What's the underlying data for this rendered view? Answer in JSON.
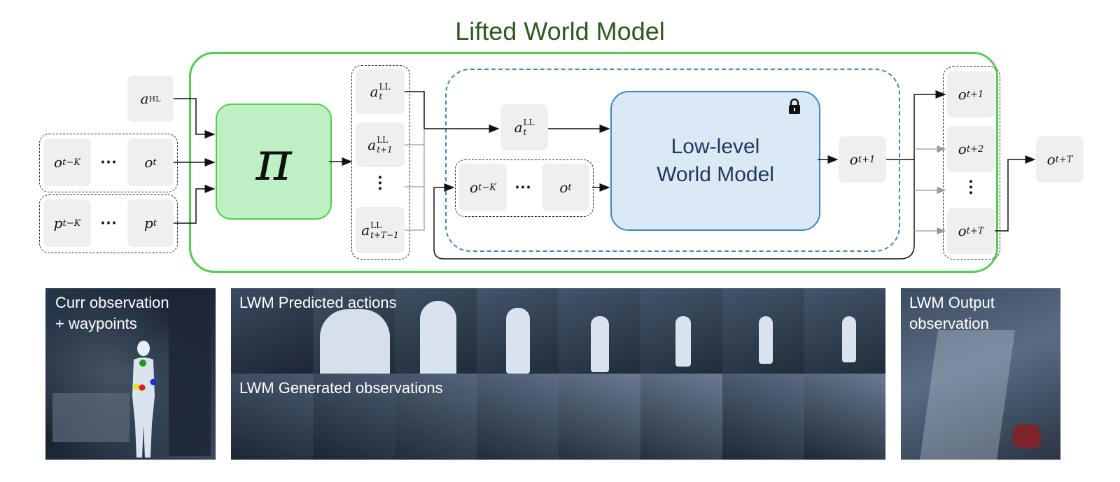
{
  "title": "Lifted World Model",
  "policy_symbol": "π",
  "low_level_model": {
    "line1": "Low-level",
    "line2": "World Model"
  },
  "inputs": {
    "a_hl": {
      "base": "a",
      "sup": "HL"
    },
    "obs_first": {
      "base": "o",
      "sub": "t−K"
    },
    "obs_last": {
      "base": "o",
      "sub": "t"
    },
    "pose_first": {
      "base": "p",
      "sub": "t−K"
    },
    "pose_last": {
      "base": "p",
      "sub": "t"
    },
    "ellipsis": "⋯"
  },
  "actions": [
    {
      "base": "a",
      "sup": "LL",
      "sub": "t"
    },
    {
      "base": "a",
      "sup": "LL",
      "sub": "t+1"
    },
    {
      "base": "a",
      "sup": "LL",
      "sub": "t+T−1"
    }
  ],
  "inner": {
    "action": {
      "base": "a",
      "sup": "LL",
      "sub": "t"
    },
    "obs_first": {
      "base": "o",
      "sub": "t−K"
    },
    "obs_last": {
      "base": "o",
      "sub": "t"
    },
    "output": {
      "base": "o",
      "sub": "t+1"
    }
  },
  "outputs": [
    {
      "base": "o",
      "sub": "t+1"
    },
    {
      "base": "o",
      "sub": "t+2"
    },
    {
      "base": "o",
      "sub": "t+T"
    }
  ],
  "final_output": {
    "base": "o",
    "sub": "t+T"
  },
  "panels": {
    "curr": "Curr observation\n+ waypoints",
    "predicted": "LWM Predicted actions",
    "generated": "LWM Generated observations",
    "output": "LWM Output\nobservation"
  },
  "colors": {
    "lifted_border": "#4fcf4f",
    "policy_fill": "#bff0c4",
    "low_level_fill": "#dbe8f6",
    "low_level_border": "#3a87c8",
    "title": "#2e5a1f",
    "waypoint_green": "#1a9a1a",
    "waypoint_blue": "#1c2ee0",
    "waypoint_red": "#e01c1c",
    "waypoint_yellow": "#f2e21c"
  }
}
